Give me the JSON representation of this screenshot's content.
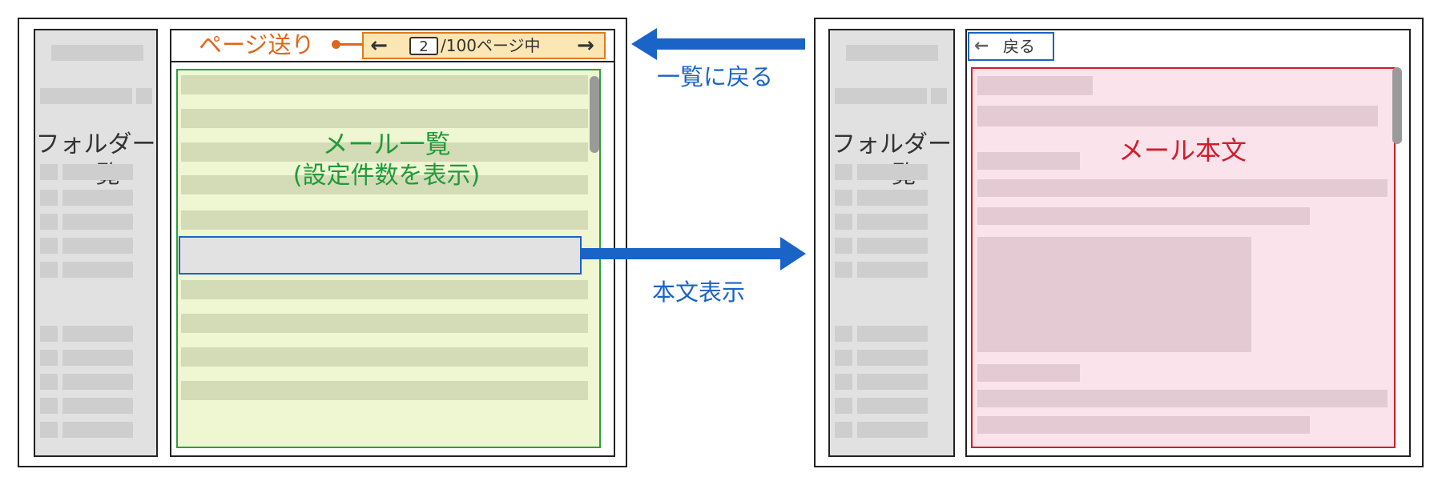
{
  "left_panel": {
    "folder_label_line1": "フォルダー",
    "folder_label_line2": "一覧",
    "pager_label": "ページ送り",
    "pager_prev": "←",
    "pager_current": "2",
    "pager_suffix": "/100ページ中",
    "pager_next": "→",
    "list_label_line1": "メール一覧",
    "list_label_line2": "(設定件数を表示)"
  },
  "arrows": {
    "back_label": "一覧に戻る",
    "show_body_label": "本文表示"
  },
  "right_panel": {
    "folder_label_line1": "フォルダー",
    "folder_label_line2": "一覧",
    "back_arrow": "←",
    "back_button": "戻る",
    "body_label": "メール本文"
  },
  "colors": {
    "pager_accent": "#e0661b",
    "list_accent": "#1f9a3a",
    "nav_accent": "#1a63c7",
    "body_accent": "#d11d2a"
  }
}
